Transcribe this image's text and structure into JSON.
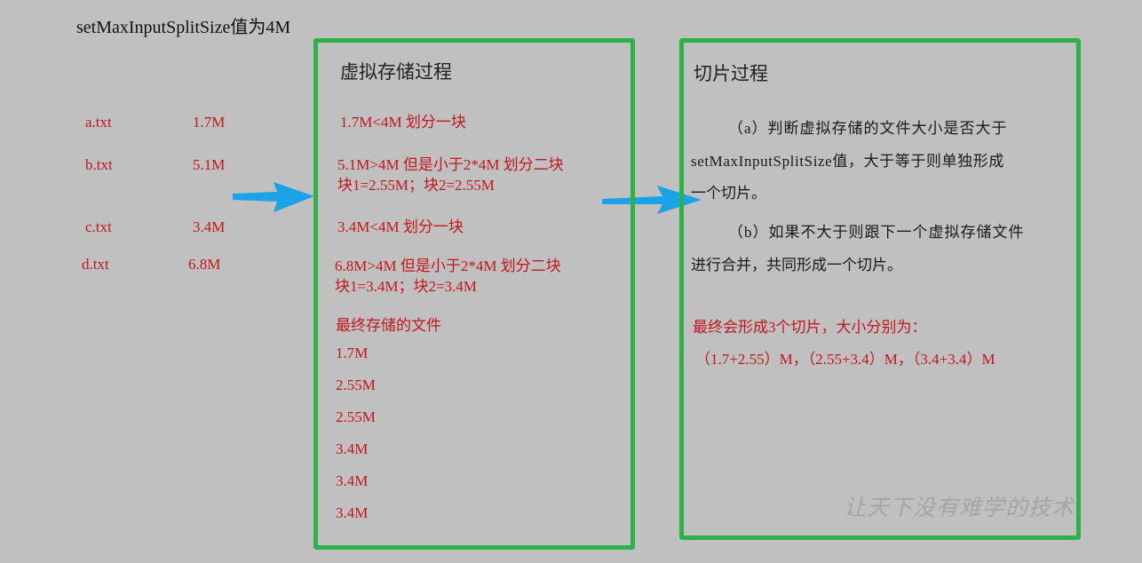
{
  "title": "setMaxInputSplitSize值为4M",
  "files": [
    {
      "name": "a.txt",
      "size": "1.7M"
    },
    {
      "name": "b.txt",
      "size": "5.1M"
    },
    {
      "name": "c.txt",
      "size": "3.4M"
    },
    {
      "name": "d.txt",
      "size": "6.8M"
    }
  ],
  "virtual": {
    "heading": "虚拟存储过程",
    "step1": "1.7M<4M 划分一块",
    "step2_l1": "5.1M>4M 但是小于2*4M  划分二块",
    "step2_l2": "块1=2.55M；块2=2.55M",
    "step3": "3.4M<4M 划分一块",
    "step4_l1": "6.8M>4M 但是小于2*4M  划分二块",
    "step4_l2": "块1=3.4M；块2=3.4M",
    "final_label": "最终存储的文件",
    "final_files": [
      "1.7M",
      "2.55M",
      "2.55M",
      "3.4M",
      "3.4M",
      "3.4M"
    ]
  },
  "split": {
    "heading": "切片过程",
    "para_a_l1": "（a）判断虚拟存储的文件大小是否大于",
    "para_a_l2": "setMaxInputSplitSize值，大于等于则单独形成",
    "para_a_l3": "一个切片。",
    "para_b_l1": "（b）如果不大于则跟下一个虚拟存储文件",
    "para_b_l2": "进行合并，共同形成一个切片。",
    "result_l1": "最终会形成3个切片，大小分别为：",
    "result_l2": "（1.7+2.55）M，（2.55+3.4）M，（3.4+3.4）M"
  },
  "watermark": "让天下没有难学的技术",
  "colors": {
    "accent_red": "#c3161c",
    "box_green": "#2db24a",
    "arrow_blue": "#1aa3e6"
  }
}
